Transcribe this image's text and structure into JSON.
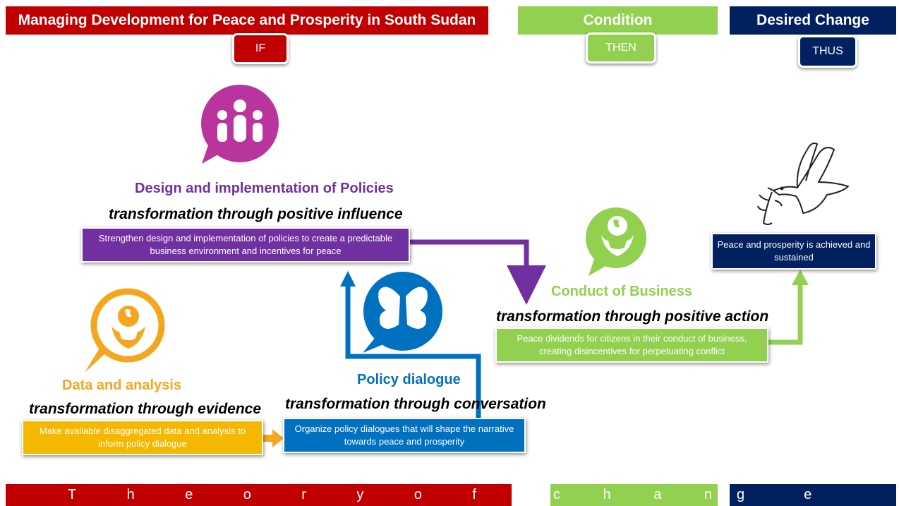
{
  "header": {
    "main_title": "Managing Development for Peace and Prosperity in South Sudan",
    "condition": "Condition",
    "desired_change": "Desired Change",
    "if": "IF",
    "then": "THEN",
    "thus": "THUS"
  },
  "policies": {
    "title": "Design and implementation of Policies",
    "subtitle": "transformation through positive influence",
    "text": "Strengthen design and implementation of policies to create a predictable business environment and incentives for peace"
  },
  "data_analysis": {
    "title": "Data and analysis",
    "subtitle": "transformation through evidence",
    "text": "Make available disaggregated data and analysis to inform policy dialogue"
  },
  "dialogue": {
    "title": "Policy dialogue",
    "subtitle": "transformation through conversation",
    "text": "Organize policy dialogues that will shape the narrative towards peace and prosperity"
  },
  "business": {
    "title": "Conduct of Business",
    "subtitle": "transformation through positive action",
    "text": "Peace dividends for citizens in their conduct of business, creating disincentives for perpetuating conflict"
  },
  "outcome": {
    "text": "Peace and prosperity is achieved and sustained"
  },
  "footer": {
    "letters_red": [
      "T",
      "h",
      "e",
      "o",
      "r",
      "y",
      "o",
      "f"
    ],
    "letters_green": [
      "c",
      "h",
      "a",
      "n"
    ],
    "letters_navy": [
      "g",
      "e"
    ]
  },
  "colors": {
    "red": "#c00000",
    "green": "#92d050",
    "navy": "#002060",
    "purple": "#7030a0",
    "blue": "#0070c0",
    "orange": "#f5a51e",
    "magenta": "#b9349c"
  }
}
